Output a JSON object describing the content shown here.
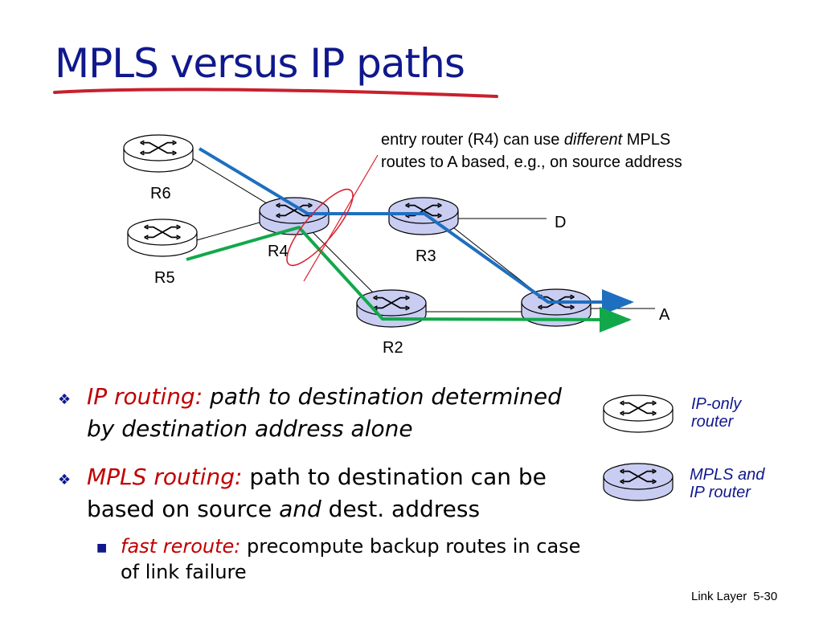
{
  "title": "MPLS versus IP paths",
  "annotation": {
    "line1_a": "entry router (R4)  can use ",
    "line1_em": "different",
    "line1_b": " MPLS",
    "line2": "routes to A based, e.g., on source address"
  },
  "nodes": {
    "R6": "R6",
    "R5": "R5",
    "R4": "R4",
    "R3": "R3",
    "R2": "R2",
    "D": "D",
    "A": "A"
  },
  "colors": {
    "title": "#10188c",
    "mpls_path": "#1e6fc0",
    "ip_path": "#12a84a",
    "mpls_router": "#c9cdf2",
    "ip_router": "#ffffff",
    "highlight": "#d8202e"
  },
  "bullets": {
    "ip": {
      "label": "IP routing:",
      "text": " path to destination determined by destination address alone"
    },
    "mpls": {
      "label": "MPLS routing:",
      "text_a": " path to destination can be based on source ",
      "em": "and",
      "text_b": " dest. address"
    },
    "sub": {
      "label": "fast reroute:",
      "text": " precompute backup routes in case of link failure"
    }
  },
  "legend": {
    "ip_only_line1": "IP-only",
    "ip_only_line2": "router",
    "mpls_line1": "MPLS and",
    "mpls_line2": "IP router"
  },
  "footer": {
    "section": "Link Layer",
    "page": "5-30"
  }
}
